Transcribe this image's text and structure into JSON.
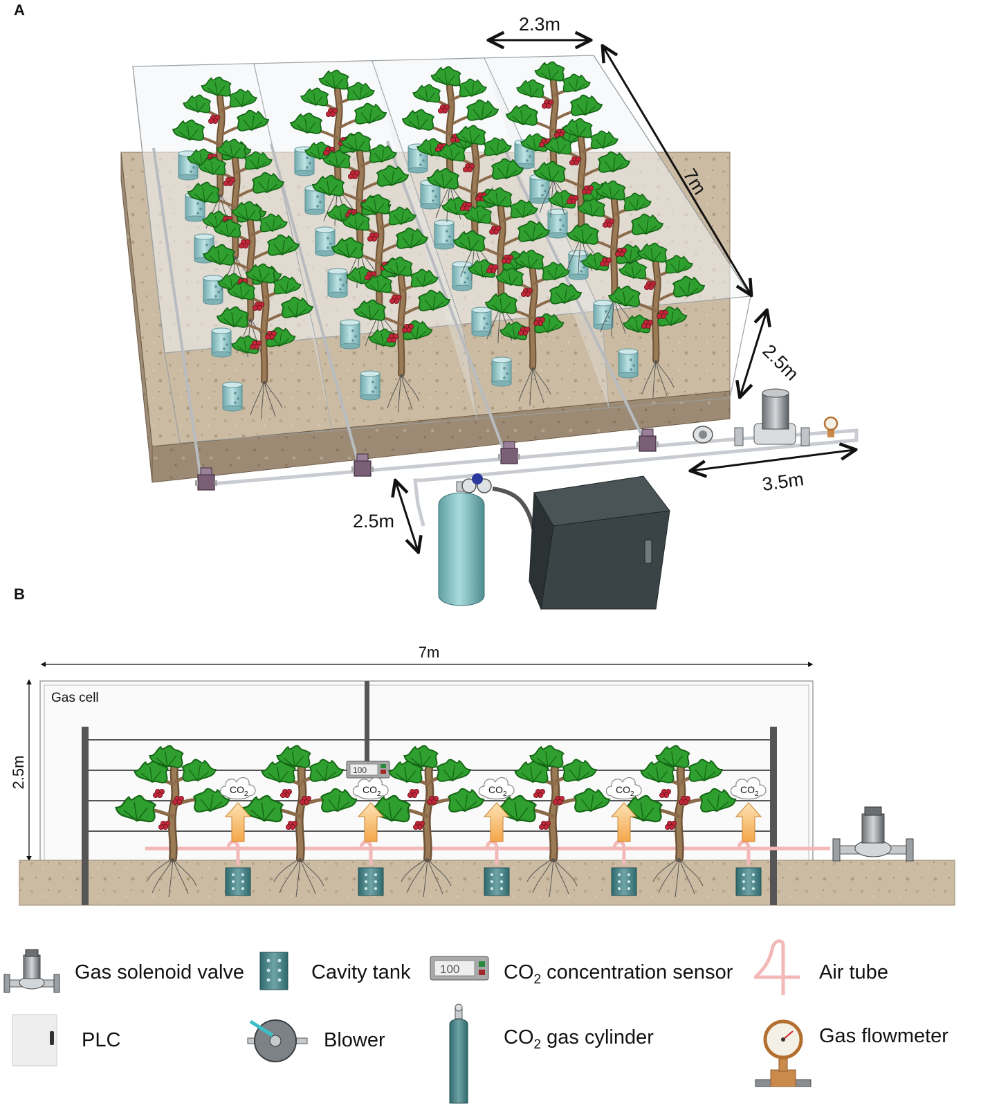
{
  "panels": {
    "a": "A",
    "b": "B"
  },
  "panel_a": {
    "dims": {
      "width": "2.3m",
      "length": "7m",
      "height": "2.5m",
      "pipe_run": "3.5m",
      "cylinder_run": "2.5m"
    }
  },
  "panel_b": {
    "length": "7m",
    "height": "2.5m",
    "cell_label": "Gas cell",
    "sensor_reading": "100",
    "co2_base": "CO",
    "co2_sub": "2"
  },
  "legend": {
    "solenoid": "Gas solenoid valve",
    "cavity": "Cavity tank",
    "sensor_prefix": "CO",
    "sensor_sub": "2",
    "sensor_suffix": " concentration sensor",
    "sensor_reading": "100",
    "air_tube": "Air tube",
    "plc": "PLC",
    "blower": "Blower",
    "cyl_prefix": "CO",
    "cyl_sub": "2",
    "cyl_suffix": " gas cylinder",
    "flowmeter": "Gas flowmeter"
  },
  "colors": {
    "leaf": "#2e9e2e",
    "leaf_dark": "#1a6e1a",
    "grape": "#c0283a",
    "trunk": "#8b6a4a",
    "soil": "#c9b79d",
    "soil_dark": "#a89279",
    "tank": "#8fc3c8",
    "tank_dark": "#3f7a7e",
    "air_tube": "#f3b8b8",
    "arrow": "#f7c27a",
    "plc": "#3a4446"
  }
}
